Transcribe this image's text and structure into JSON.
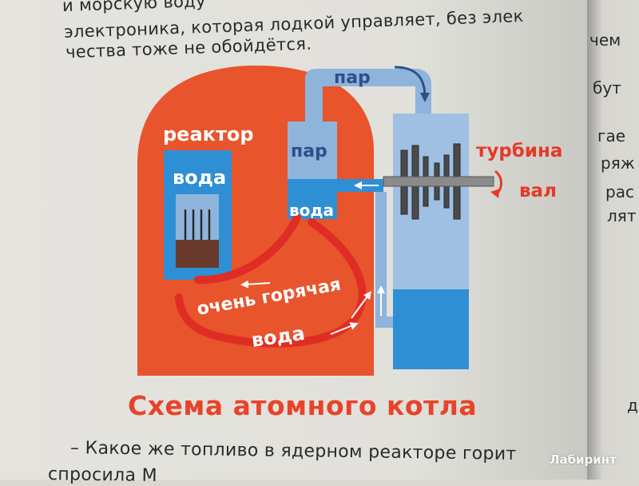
{
  "book_text": {
    "top_lines": [
      "и морскую воду",
      "электроника, которая лодкой управляет, без элек",
      "чества тоже не обойдётся."
    ],
    "bottom_lines": [
      "– Какое же топливо в ядерном реакторе горит",
      "спросила М"
    ],
    "right_page_fragments": [
      "чем",
      "бут",
      "гае",
      "ряж",
      "рас",
      "лят",
      "д"
    ]
  },
  "diagram": {
    "labels": {
      "reactor": "реактор",
      "water_in_reactor": "вода",
      "steam_top": "пар",
      "steam_chamber": "пар",
      "water_chamber": "вода",
      "turbine": "турбина",
      "shaft": "вал",
      "hot_water_line1": "очень горячая",
      "hot_water_line2": "вода"
    },
    "colors": {
      "reactor": "#e8542c",
      "steam": "#8fb4dc",
      "turbine_body": "#9fc0e2",
      "water": "#2f8fd4",
      "hot_water_arrow": "#e02d24",
      "label_red": "#e43a2a",
      "fuel": "#6a3a2c"
    },
    "caption": "Схема атомного котла"
  },
  "watermark": "Лабиринт"
}
